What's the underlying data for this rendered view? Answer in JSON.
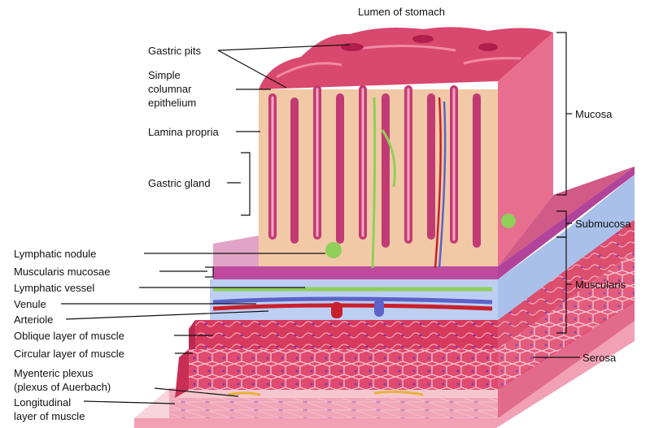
{
  "title": "Lumen of stomach",
  "labels": {
    "gastric_pits": "Gastric pits",
    "simple_columnar_1": "Simple",
    "simple_columnar_2": "columnar",
    "simple_columnar_3": "epithelium",
    "lamina_propria": "Lamina propria",
    "gastric_gland": "Gastric gland",
    "lymphatic_nodule": "Lymphatic nodule",
    "muscularis_mucosae": "Muscularis mucosae",
    "lymphatic_vessel": "Lymphatic vessel",
    "venule": "Venule",
    "arteriole": "Arteriole",
    "oblique": "Oblique layer of muscle",
    "circular": "Circular layer of muscle",
    "myenteric_1": "Myenteric plexus",
    "myenteric_2": "(plexus of Auerbach)",
    "longitudinal_1": "Longitudinal",
    "longitudinal_2": "layer of muscle"
  },
  "regions": {
    "mucosa": "Mucosa",
    "submucosa": "Submucosa",
    "muscularis": "Muscularis",
    "serosa": "Serosa"
  },
  "colors": {
    "mucosa_pink": "#d9486e",
    "lamina_tan": "#f2c9a6",
    "submucosa_blue": "#b9cdf0",
    "muscle_red": "#d8345a",
    "lymph_green": "#8fcf5a",
    "vein_blue": "#5b63c8",
    "artery_red": "#c8202c"
  }
}
